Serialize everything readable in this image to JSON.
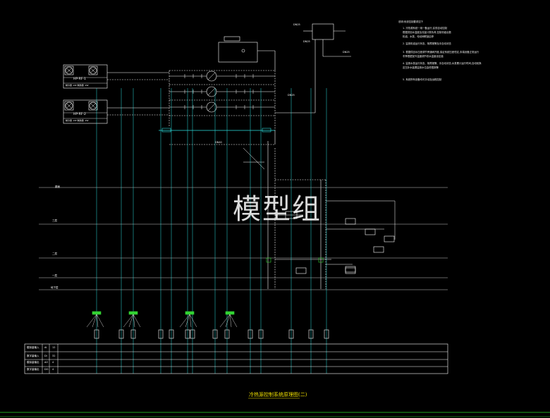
{
  "drawing": {
    "title": "冷热源控制系统原理图(二)",
    "watermark": "模型组"
  },
  "colors": {
    "background": "#000000",
    "pipe": "#2de0e0",
    "line": "#ffffff",
    "title": "#f0e000",
    "floor_line": "#c8c8c8",
    "controller": "#32d232"
  },
  "heat_pumps": [
    {
      "tag": "HP-RF-1",
      "spec": "制冷量 -kW 制热量 -kW"
    },
    {
      "tag": "HP-RF-2",
      "spec": "制冷量 -kW 制热量 -kW"
    }
  ],
  "pipe_labels": {
    "dn_top": "DN25",
    "dn_right": "DN25",
    "tank": "DN25",
    "main": "DN40",
    "branch": "DN25"
  },
  "floors": [
    {
      "label": "屋面"
    },
    {
      "label": "三层"
    },
    {
      "label": "二层"
    },
    {
      "label": "一层"
    },
    {
      "label": "地下层"
    }
  ],
  "io_table": {
    "rows": [
      {
        "label": "模拟量输入",
        "code": "AI",
        "count": "12"
      },
      {
        "label": "数字量输入",
        "code": "DI",
        "count": "32"
      },
      {
        "label": "模拟量输出",
        "code": "AO",
        "count": "4"
      },
      {
        "label": "数字量输出",
        "code": "DO",
        "count": "4"
      }
    ]
  },
  "notes": {
    "heading": "说明:系统控制要求如下",
    "items": [
      "1. 冷热源系统一用一备运行,实现自动控制",
      "   根据供回水温度及流量计算负荷,控制机组台数",
      "   机组、水泵、电动阀联锁启停",
      "2. 监测机组运行状态、故障报警及手自动状态",
      "3. 根据供回水压差调节旁通阀开度,保证系统压差恒定,末端设备正常运行",
      "   冬季根据室外温度调节供水温度设定值",
      "4. 监测水泵运行状态、故障报警、手自动状态,水泵累计运行时间,自动轮换",
      "   定压补水装置监测水位高低限报警",
      "5. 系统所有设备均可手动及远程控制"
    ]
  }
}
